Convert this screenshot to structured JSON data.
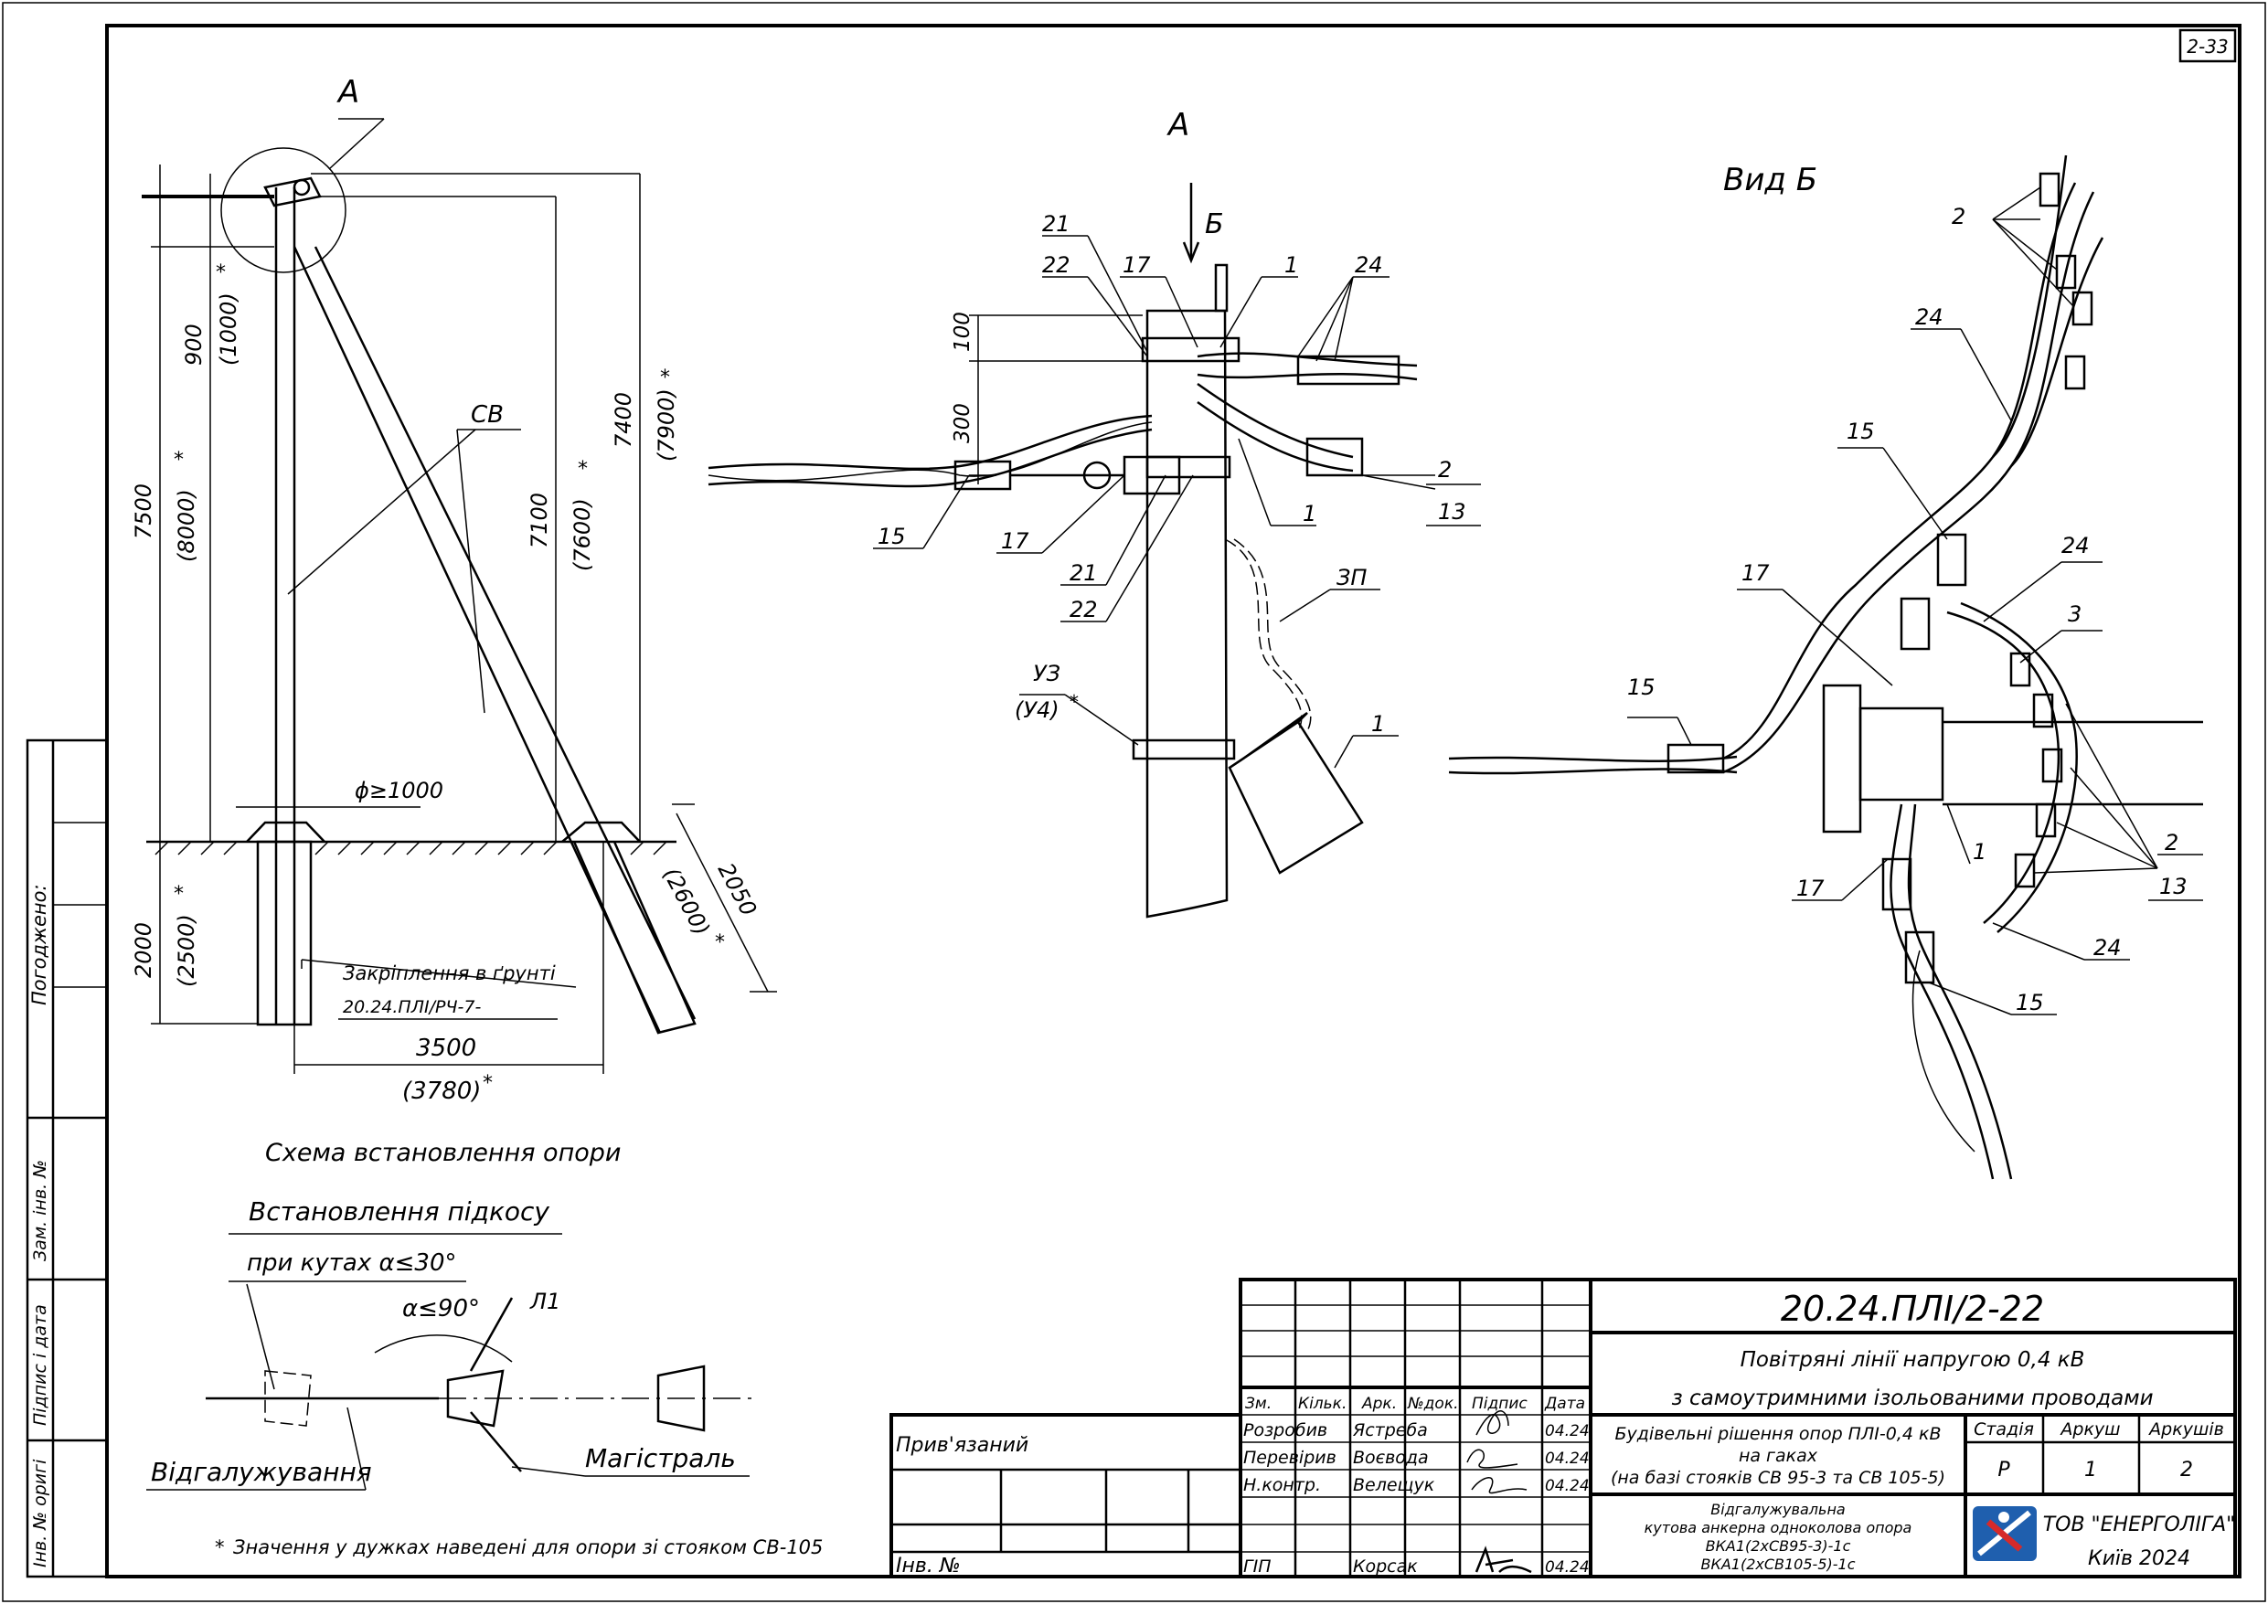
{
  "sheet": {
    "corner_code": "2-33",
    "side_stamp": [
      "Погоджено:",
      "Зам. інв. №",
      "Підпис і дата",
      "Інв. № оригі"
    ]
  },
  "scheme": {
    "caption": "Схема встановлення опори",
    "callout_a": "А",
    "label_sv_1": "СВ",
    "dim_900": "900",
    "dim_1000": "(1000)",
    "dim_7500": "7500",
    "dim_8000": "(8000)",
    "dim_7100": "7100",
    "dim_7600": "(7600)",
    "dim_7400": "7400",
    "dim_7900": "(7900)",
    "dim_2000": "2000",
    "dim_2500": "(2500)",
    "dim_2050": "2050",
    "dim_2600": "(2600)",
    "dim_3500": "3500",
    "dim_3780": "(3780)",
    "phi": "ϕ≥1000",
    "ground_fix": "Закріплення в ґрунті",
    "ground_doc": "20.24.ПЛІ/РЧ-7-",
    "star": "*"
  },
  "brace": {
    "title": "Встановлення підкосу",
    "angle_cond": "при кутах α≤30°",
    "angle_alpha": "α≤90°",
    "l1": "Л1",
    "branch": "Відгалужування",
    "main": "Магістраль",
    "footnote": "Значення у дужках наведені для опори зі стояком СВ-105"
  },
  "detail_a": {
    "title": "А",
    "view_b_arrow": "Б",
    "labels": [
      "21",
      "22",
      "17",
      "1",
      "24",
      "100",
      "300",
      "2",
      "13",
      "15",
      "17",
      "21",
      "22",
      "1",
      "ЗП",
      "УЗ",
      "(У4)",
      "1"
    ]
  },
  "view_b": {
    "title": "Вид Б",
    "labels": [
      "2",
      "24",
      "15",
      "17",
      "24",
      "3",
      "15",
      "2",
      "13",
      "17",
      "1",
      "24",
      "15"
    ]
  },
  "title_block": {
    "code": "20.24.ПЛІ/2-22",
    "line1": "Повітряні лінії напругою 0,4 кВ",
    "line2": "з самоутримними ізольованими проводами",
    "desc1": "Будівельні рішення опор ПЛІ-0,4 кВ",
    "desc2": "на гаках",
    "desc3": "(на базі стояків СВ 95-3 та СВ 105-5)",
    "stage_h": "Стадія",
    "sheet_h": "Аркуш",
    "sheets_h": "Аркушів",
    "stage": "Р",
    "sheet": "1",
    "sheets": "2",
    "desc4": "Відгалужувальна",
    "desc5": "кутова анкерна одноколова опора",
    "desc6": "ВКА1(2хСВ95-3)-1с",
    "desc7": "ВКА1(2хСВ105-5)-1с",
    "company": "ТОВ \"ЕНЕРГОЛІГА\"",
    "city": "Київ 2024",
    "headers": [
      "Зм.",
      "Кільк.",
      "Арк.",
      "№док.",
      "Підпис",
      "Дата"
    ],
    "linked": "Прив'язаний",
    "inv": "Інв. №",
    "roles": [
      {
        "role": "Розробив",
        "name": "Ястреба",
        "date": "04.24"
      },
      {
        "role": "Перевірив",
        "name": "Воєвода",
        "date": "04.24"
      },
      {
        "role": "Н.контр.",
        "name": "Велещук",
        "date": "04.24"
      },
      {
        "role": "ГІП",
        "name": "Корсак",
        "date": "04.24"
      }
    ]
  }
}
